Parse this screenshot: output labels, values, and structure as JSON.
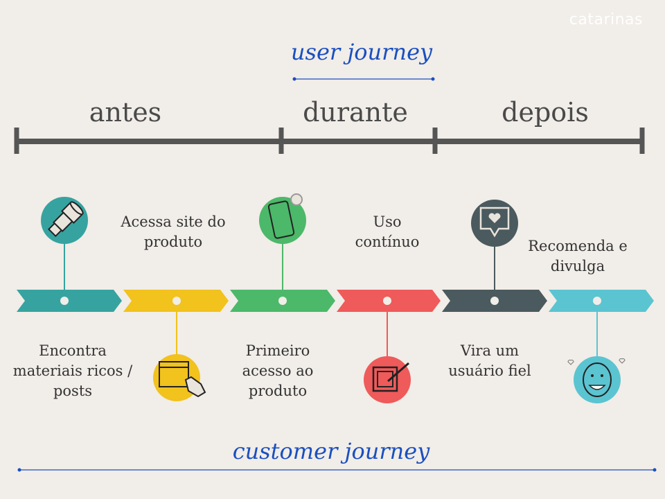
{
  "brand": "catarinas",
  "title_top": "user journey",
  "title_bottom": "customer journey",
  "phases": [
    "antes",
    "durante",
    "depois"
  ],
  "steps": [
    {
      "label": "Encontra materiais ricos / posts",
      "icon": "telescope-icon",
      "color": "#36a3a0"
    },
    {
      "label": "Acessa site do produto",
      "icon": "browser-click-icon",
      "color": "#f2c21d"
    },
    {
      "label": "Primeiro acesso ao produto",
      "icon": "smartphone-icon",
      "color": "#4cb86a"
    },
    {
      "label": "Uso contínuo",
      "icon": "checkbox-icon",
      "color": "#ef5a5a"
    },
    {
      "label": "Vira um usuário fiel",
      "icon": "heart-speech-icon",
      "color": "#4a5a5e"
    },
    {
      "label": "Recomenda e divulga",
      "icon": "happy-face-icon",
      "color": "#5bc4d1"
    }
  ]
}
